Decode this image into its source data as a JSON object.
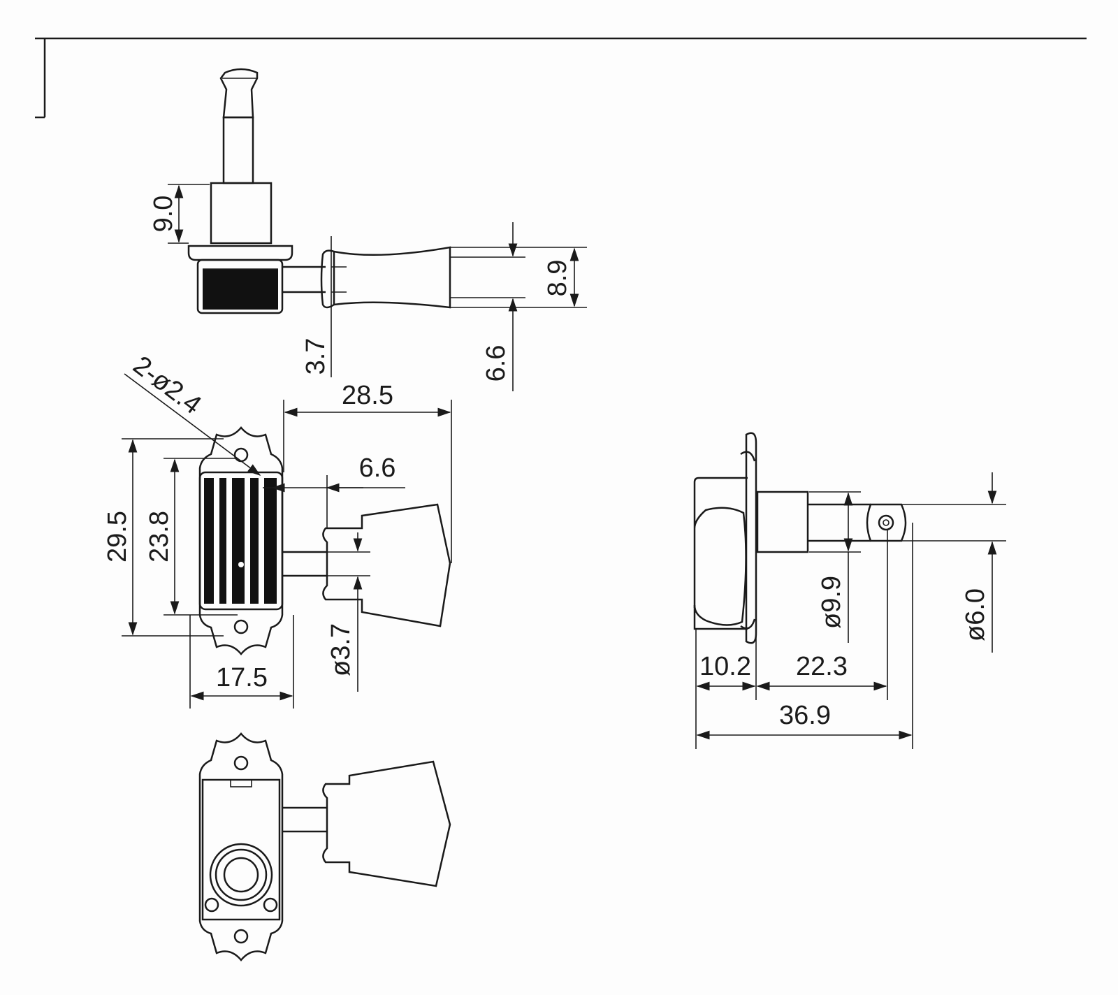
{
  "colors": {
    "ink": "#1a1a1a",
    "paper": "#fdfdfd"
  },
  "top_view": {
    "dim_collar_height": "9.0",
    "dim_shaft": "3.7",
    "dim_knob_neck": "6.6",
    "dim_knob_width": "8.9"
  },
  "front_view": {
    "dim_holes": "2-ø2.4",
    "dim_overall_length": "28.5",
    "dim_shaft_offset": "6.6",
    "dim_plate_height": "29.5",
    "dim_hole_spacing": "23.8",
    "dim_shaft_diameter": "ø3.7",
    "dim_plate_width": "17.5"
  },
  "side_view": {
    "dim_bushing_dia": "ø9.9",
    "dim_post_dia": "ø6.0",
    "dim_base": "10.2",
    "dim_post_length": "22.3",
    "dim_total": "36.9"
  }
}
